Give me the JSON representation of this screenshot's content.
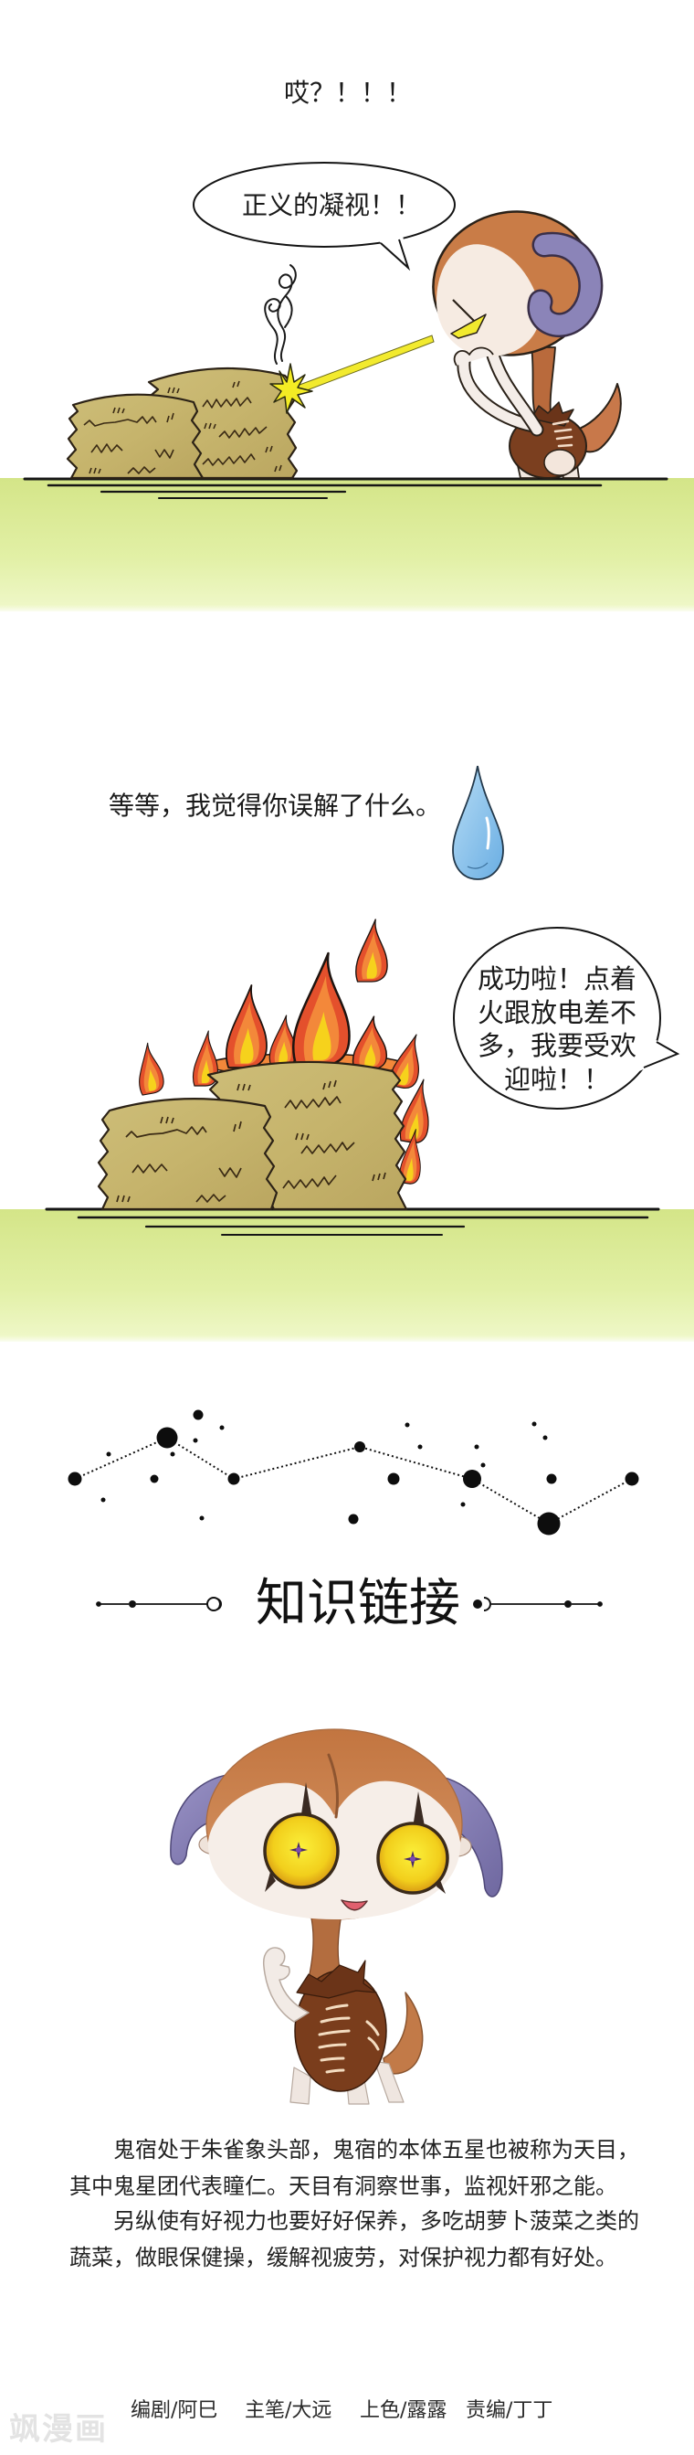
{
  "panel1": {
    "caption": "哎？！！！",
    "bubble": "正义的凝视！！"
  },
  "panel2": {
    "caption": "等等，我觉得你误解了什么。",
    "bubble_lines": [
      "成功啦！点着",
      "火跟放电差不",
      "多，我要受欢",
      "迎啦！！"
    ]
  },
  "knowledge": {
    "heading": "知识链接",
    "paragraphs": [
      {
        "lines": [
          "鬼宿处于朱雀象头部，鬼宿的本体五星也被称为天目，",
          "其中鬼星团代表瞳仁。天目有洞察世事，监视奸邪之能。"
        ]
      },
      {
        "lines": [
          "另纵使有好视力也要好好保养，多吃胡萝卜菠菜之类的",
          "蔬菜，做眼保健操，缓解视疲劳，对保护视力都有好处。"
        ]
      }
    ]
  },
  "credits": [
    "编剧/阿巳",
    "主笔/大远",
    "上色/露露",
    "责编/丁丁"
  ],
  "watermark": "飒漫画",
  "icons": [
    "smoke-swirl-icon",
    "sparkle-icon",
    "water-drop-icon",
    "flame-icon",
    "constellation-icon"
  ],
  "colors": {
    "ground_green": "#d5e68a",
    "hay": "#c8b76f",
    "flame_outer": "#e4502c",
    "flame_inner": "#f3883a",
    "flame_core": "#f6d21c",
    "eye_beam": "#f2ea2e",
    "water_drop": "#8ec6ee",
    "horn_purple": "#8b84b8",
    "fur_orange": "#c97c47",
    "body_brown": "#7b3f1f"
  }
}
